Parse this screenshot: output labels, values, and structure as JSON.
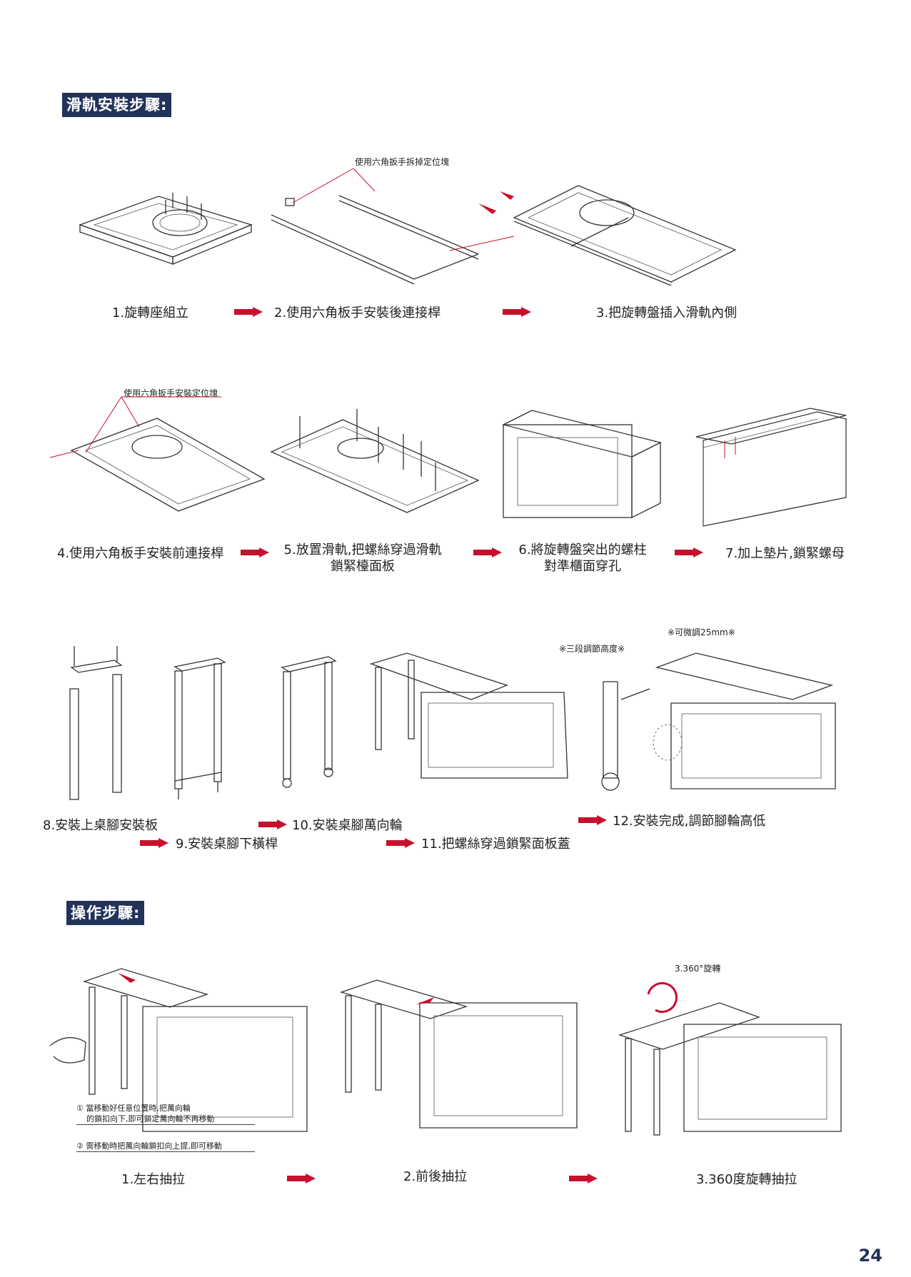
{
  "headers": {
    "rail": "滑軌安裝步驟:",
    "operation": "操作步驟:"
  },
  "rail_steps": {
    "s1": "1.旋轉座組立",
    "s2": "2.使用六角板手安裝後連接桿",
    "s3": "3.把旋轉盤插入滑軌內側",
    "s4": "4.使用六角板手安裝前連接桿",
    "s5a": "5.放置滑軌,把螺絲穿過滑軌",
    "s5b": "鎖緊檯面板",
    "s6a": "6.將旋轉盤突出的螺柱",
    "s6b": "對準櫃面穿孔",
    "s7": "7.加上墊片,鎖緊螺母"
  },
  "callouts": {
    "remove_block": "使用六角扳手拆掉定位塊",
    "install_block": "使用六角扳手安裝定位塊",
    "three_level": "※三段調節高度※",
    "fine_tune": "※可微調25mm※",
    "rotate": "3.360°旋轉"
  },
  "leg_steps": {
    "s8": "8.安裝上桌腳安裝板",
    "s9": "9.安裝桌腳下橫桿",
    "s10": "10.安裝桌腳萬向輪",
    "s11": "11.把螺絲穿過鎖緊面板蓋",
    "s12": "12.安裝完成,調節腳輪高低"
  },
  "notes": {
    "n1a": "① 當移動好任意位置時,把萬向輪",
    "n1b": "的鎖扣向下,即可鎖定萬向輪不再移動",
    "n2": "② 需移動時把萬向輪鎖扣向上提,即可移動"
  },
  "operation_steps": {
    "o1": "1.左右抽拉",
    "o2": "2.前後抽拉",
    "o3": "3.360度旋轉抽拉"
  },
  "page_number": "24",
  "colors": {
    "header_bg": "#22335a",
    "arrow": "#c8102e"
  }
}
